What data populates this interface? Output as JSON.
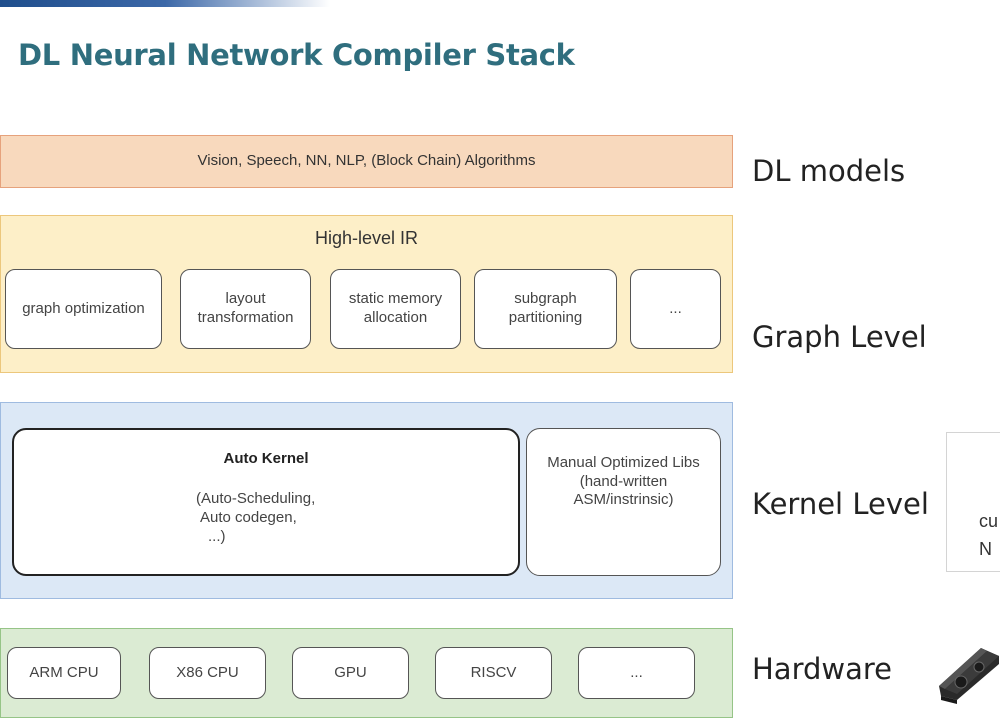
{
  "title": "DL Neural Network Compiler Stack",
  "levels": {
    "models": "DL models",
    "graph": "Graph Level",
    "kernel": "Kernel Level",
    "hardware": "Hardware"
  },
  "models_band": {
    "text": "Vision,  Speech, NN, NLP,  (Block Chain) Algorithms"
  },
  "graph_band": {
    "title": "High-level IR",
    "boxes": [
      "graph optimization",
      "layout\ntransformation",
      "static memory\nallocation",
      "subgraph\npartitioning",
      "..."
    ]
  },
  "kernel_band": {
    "auto_title": "Auto Kernel",
    "auto_lines": [
      "(Auto-Scheduling,",
      "Auto codegen,",
      "...)"
    ],
    "manual": "Manual Optimized Libs\n(hand-written\nASM/instrinsic)"
  },
  "hardware_band": {
    "boxes": [
      "ARM CPU",
      "X86 CPU",
      "GPU",
      "RISCV",
      "..."
    ]
  },
  "side_card": {
    "line1": "cu",
    "line2": "N"
  },
  "icons": {
    "gpu_card": "gpu-card-icon"
  }
}
